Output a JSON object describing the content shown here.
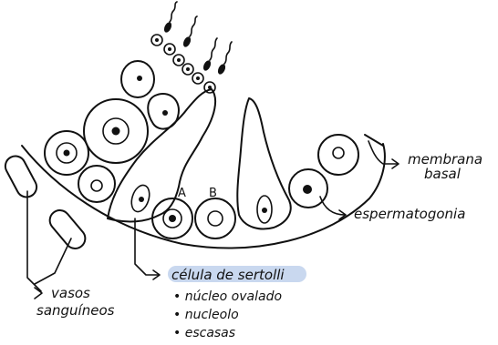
{
  "labels": {
    "membrana_line1": "membrana",
    "membrana_line2": "basal",
    "espermatogonia": "espermatogonia",
    "vasos_line1": "vasos",
    "vasos_line2": "sanguíneos",
    "sertoli_title": "célula de sertolli",
    "sertoli_bullet1": "• núcleo ovalado",
    "sertoli_bullet2": "• nucleolo",
    "sertoli_bullet3": "• escasas",
    "cell_a": "A",
    "cell_b": "B"
  },
  "colors": {
    "ink": "#111111",
    "highlight": "#c9d8ef",
    "background": "#ffffff"
  }
}
